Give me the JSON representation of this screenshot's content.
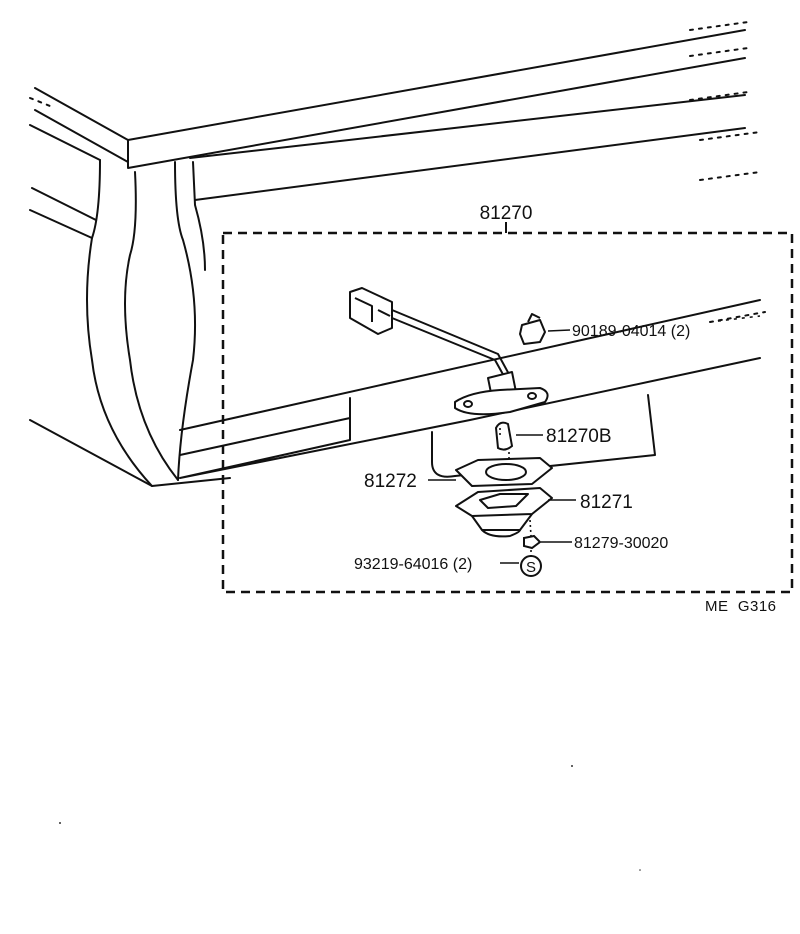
{
  "assembly": {
    "number": "81270"
  },
  "parts": [
    {
      "id": "clip",
      "number": "90189-04014 (2)"
    },
    {
      "id": "bulb",
      "number": "81270B"
    },
    {
      "id": "gasket",
      "number": "81272"
    },
    {
      "id": "lens",
      "number": "81271"
    },
    {
      "id": "nut",
      "number": "81279-30020"
    },
    {
      "id": "screw",
      "number": "93219-64016 (2)"
    }
  ],
  "screw_symbol": "S",
  "drawing_code": "ME  G316"
}
